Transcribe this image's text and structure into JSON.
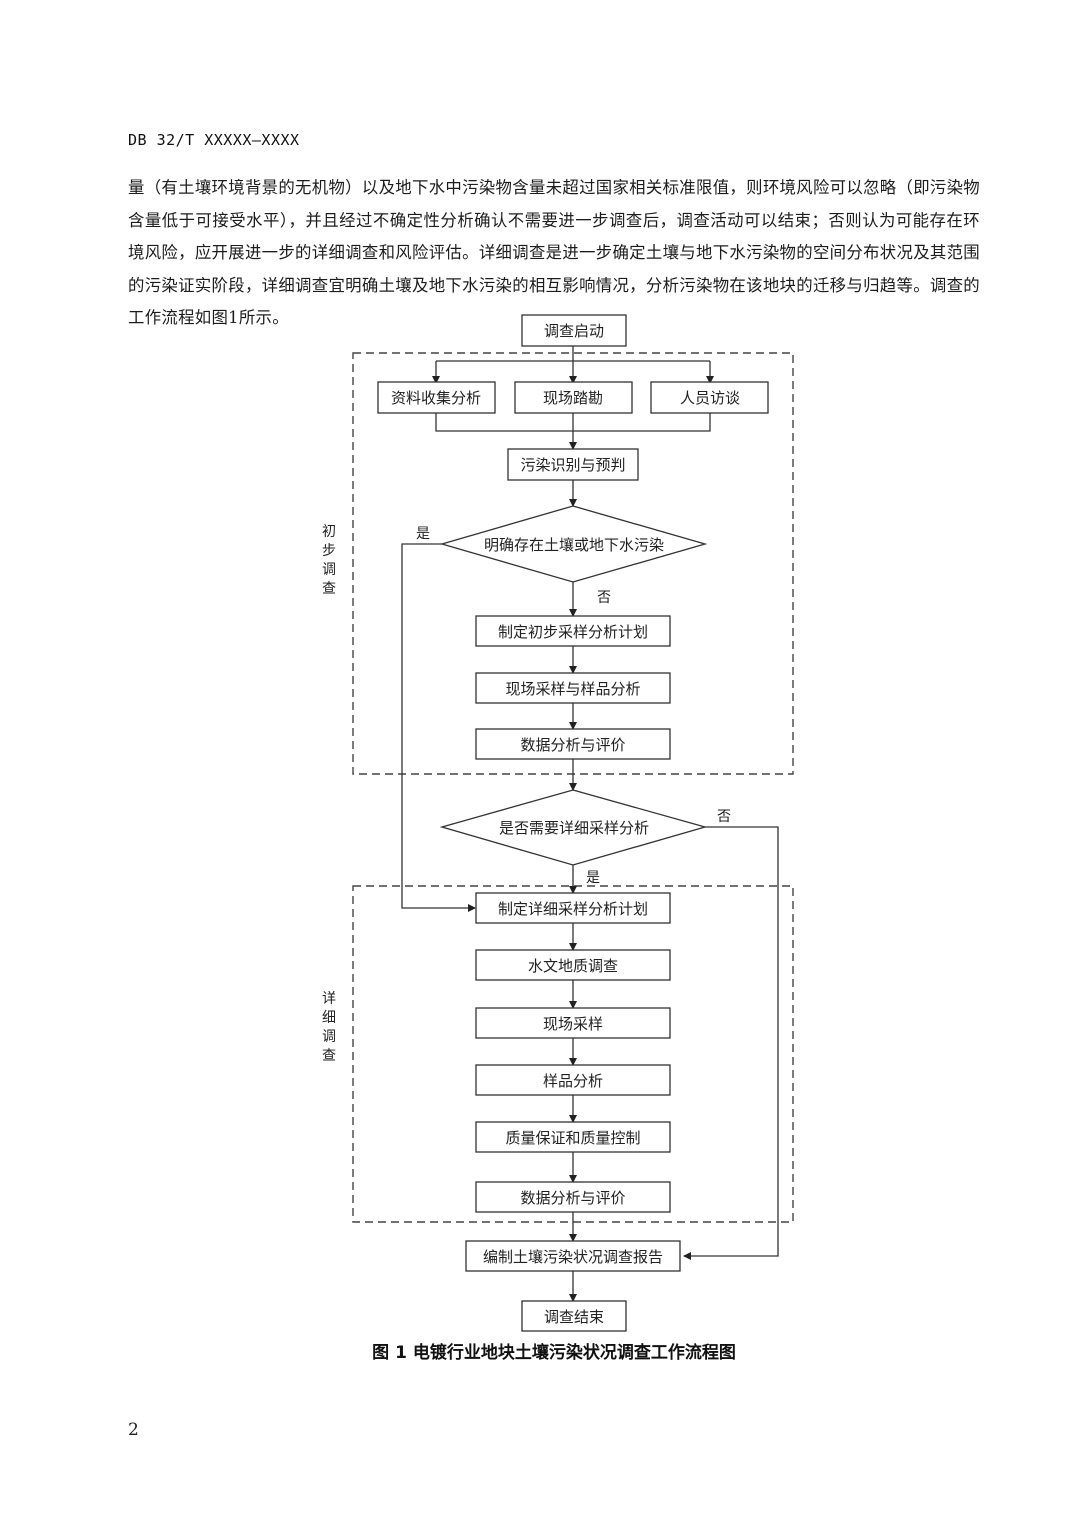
{
  "header": {
    "standard_code": "DB 32/T XXXXX—XXXX"
  },
  "body": {
    "paragraph": "量（有土壤环境背景的无机物）以及地下水中污染物含量未超过国家相关标准限值，则环境风险可以忽略（即污染物含量低于可接受水平），并且经过不确定性分析确认不需要进一步调查后，调查活动可以结束；否则认为可能存在环境风险，应开展进一步的详细调查和风险评估。详细调查是进一步确定土壤与地下水污染物的空间分布状况及其范围的污染证实阶段，详细调查宜明确土壤及地下水污染的相互影响情况，分析污染物在该地块的迁移与归趋等。调查的工作流程如图1所示。"
  },
  "flowchart": {
    "start": "调查启动",
    "preliminary_group_label": "初步调查",
    "parallel_steps": [
      "资料收集分析",
      "现场踏勘",
      "人员访谈"
    ],
    "identify": "污染识别与预判",
    "decision1": "明确存在土壤或地下水污染",
    "decision1_yes": "是",
    "decision1_no": "否",
    "prelim_steps": [
      "制定初步采样分析计划",
      "现场采样与样品分析",
      "数据分析与评价"
    ],
    "decision2": "是否需要详细采样分析",
    "decision2_yes": "是",
    "decision2_no": "否",
    "detailed_group_label": "详细调查",
    "detailed_steps": [
      "制定详细采样分析计划",
      "水文地质调查",
      "现场采样",
      "样品分析",
      "质量保证和质量控制",
      "数据分析与评价"
    ],
    "report": "编制土壤污染状况调查报告",
    "end": "调查结束"
  },
  "caption": "图 1  电镀行业地块土壤污染状况调查工作流程图",
  "page_number": "2"
}
